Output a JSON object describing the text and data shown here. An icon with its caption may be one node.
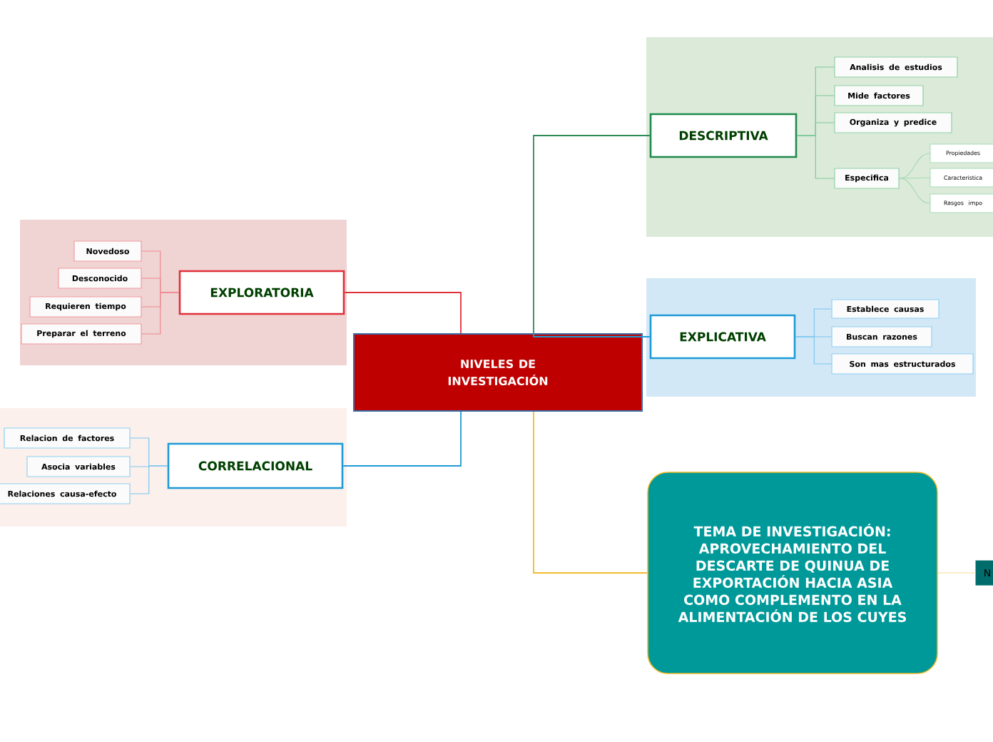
{
  "diagram": {
    "nodes": [
      {
        "text": [
          "NIVELES DE INVESTIGACIÓN"
        ]
      },
      {
        "text": [
          "DESCRIPTIVA"
        ]
      },
      {
        "text": [
          "Analisis de estudios"
        ]
      },
      {
        "text": [
          "Mide factores"
        ]
      },
      {
        "text": [
          "Organiza y predice"
        ]
      },
      {
        "text": [
          "Especifica"
        ]
      },
      {
        "text": [
          "Propiedades"
        ]
      },
      {
        "text": [
          "Caracteristica"
        ]
      },
      {
        "text": [
          "Rasgos impo"
        ]
      },
      {
        "text": [
          "EXPLORATORIA"
        ]
      },
      {
        "text": [
          "Novedoso"
        ]
      },
      {
        "text": [
          "Desconocido"
        ]
      },
      {
        "text": [
          "Requieren tiempo"
        ]
      },
      {
        "text": [
          "Preparar el terreno"
        ]
      },
      {
        "text": [
          "EXPLICATIVA"
        ]
      },
      {
        "text": [
          "Establece causas"
        ]
      },
      {
        "text": [
          "Buscan razones"
        ]
      },
      {
        "text": [
          "Son mas estructurados"
        ]
      },
      {
        "text": [
          "CORRELACIONAL"
        ]
      },
      {
        "text": [
          "Relacion de factores"
        ]
      },
      {
        "text": [
          "Asocia variables"
        ]
      },
      {
        "text": [
          "Relaciones causa-efecto"
        ]
      },
      {
        "text": [
          "TEMA DE INVESTIGACIÓN: APROVECHAMIENTO DEL DESCARTE DE QUINUA DE EXPORTACIÓN HACIA ASIA COMO COMPLEMENTO EN LA ALIMENTACIÓN DE LOS CUYES"
        ]
      },
      {
        "text": [
          "N"
        ]
      }
    ],
    "edges": [
      {
        "from": 0,
        "to": 1,
        "arrow": "none",
        "color": "#2e8b57"
      },
      {
        "from": 1,
        "to": 2,
        "arrow": "none",
        "color": "#7fc79a"
      },
      {
        "from": 1,
        "to": 3,
        "arrow": "none",
        "color": "#7fc79a"
      },
      {
        "from": 1,
        "to": 4,
        "arrow": "none",
        "color": "#7fc79a"
      },
      {
        "from": 1,
        "to": 5,
        "arrow": "none",
        "color": "#7fc79a"
      },
      {
        "from": 5,
        "to": 6,
        "arrow": "none",
        "color": "#a6d9b5"
      },
      {
        "from": 5,
        "to": 7,
        "arrow": "none",
        "color": "#a6d9b5"
      },
      {
        "from": 5,
        "to": 8,
        "arrow": "none",
        "color": "#a6d9b5"
      },
      {
        "from": 0,
        "to": 9,
        "arrow": "none",
        "color": "#e0303a"
      },
      {
        "from": 9,
        "to": 10,
        "arrow": "none",
        "color": "#ee8a90"
      },
      {
        "from": 9,
        "to": 11,
        "arrow": "none",
        "color": "#ee8a90"
      },
      {
        "from": 9,
        "to": 12,
        "arrow": "none",
        "color": "#ee8a90"
      },
      {
        "from": 9,
        "to": 13,
        "arrow": "none",
        "color": "#ee8a90"
      },
      {
        "from": 0,
        "to": 14,
        "arrow": "none",
        "color": "#1e9ad6"
      },
      {
        "from": 14,
        "to": 15,
        "arrow": "none",
        "color": "#7cc6ee"
      },
      {
        "from": 14,
        "to": 16,
        "arrow": "none",
        "color": "#7cc6ee"
      },
      {
        "from": 14,
        "to": 17,
        "arrow": "none",
        "color": "#7cc6ee"
      },
      {
        "from": 0,
        "to": 18,
        "arrow": "none",
        "color": "#1e9ad6"
      },
      {
        "from": 18,
        "to": 19,
        "arrow": "none",
        "color": "#7cc6ee"
      },
      {
        "from": 18,
        "to": 20,
        "arrow": "none",
        "color": "#7cc6ee"
      },
      {
        "from": 18,
        "to": 21,
        "arrow": "none",
        "color": "#7cc6ee"
      },
      {
        "from": 0,
        "to": 22,
        "arrow": "none",
        "color": "#f2bb2a"
      },
      {
        "from": 22,
        "to": 23,
        "arrow": "none",
        "color": "#f8dc8e"
      }
    ]
  }
}
